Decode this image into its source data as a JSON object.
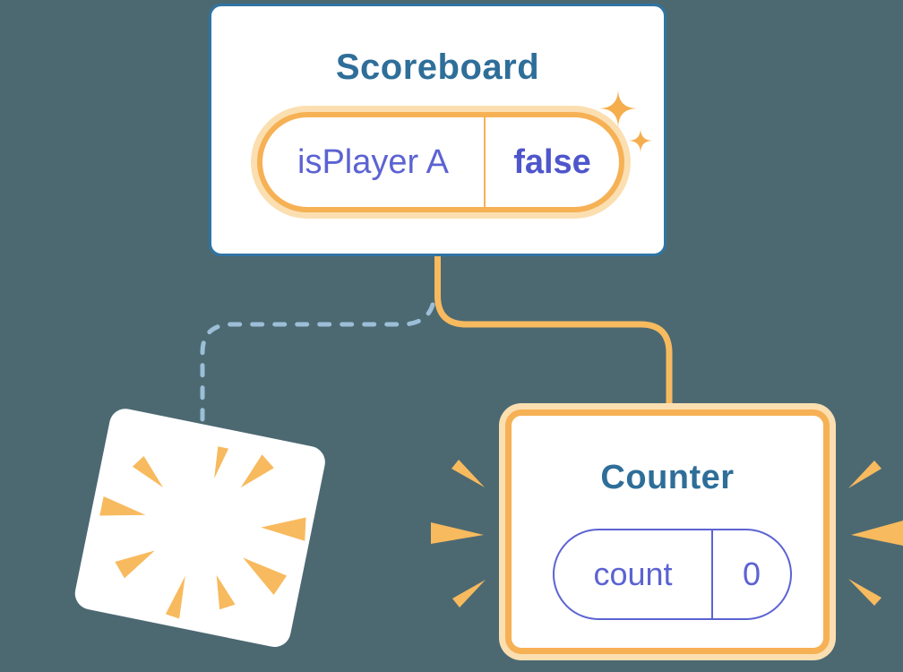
{
  "colors": {
    "background": "#4C6972",
    "card-bg": "#FFFFFF",
    "card-border-blue": "#2F74A3",
    "title-blue": "#2E6E99",
    "accent-orange": "#F6B155",
    "accent-orange-light": "#FBDFB1",
    "connector-orange": "#F8BA5E",
    "burst-orange": "#F8BA5E",
    "sparkle-orange": "#F5AD4D",
    "state-indigo": "#5C63D2",
    "state-indigo-bold": "#4F56CC",
    "dashed-blue": "#9CBED7"
  },
  "scoreboard": {
    "title": "Scoreboard",
    "state_pill": {
      "name": "isPlayer A",
      "value": "false"
    }
  },
  "counter": {
    "title": "Counter",
    "state_pill": {
      "name": "count",
      "value": "0"
    }
  },
  "icons": {
    "sparkles": "sparkle-icon",
    "poof": "poof-burst-icon",
    "emphasis_left": "emphasis-burst-icon",
    "emphasis_right": "emphasis-burst-icon"
  }
}
